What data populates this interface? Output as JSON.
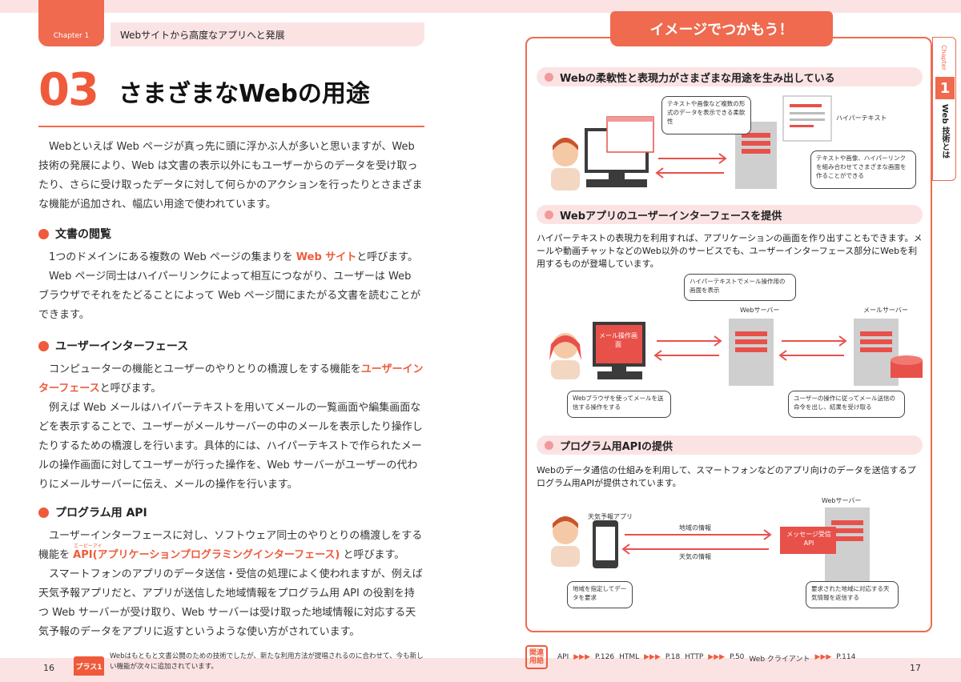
{
  "header": {
    "chapter_label": "Chapter 1",
    "chapter_title": "Webサイトから高度なアプリへと発展"
  },
  "section": {
    "number": "03",
    "title": "さまざまなWebの用途"
  },
  "intro": "Webといえば Web ページが真っ先に頭に浮かぶ人が多いと思いますが、Web 技術の発展により、Web は文書の表示以外にもユーザーからのデータを受け取ったり、さらに受け取ったデータに対して何らかのアクションを行ったりとさまざまな機能が追加され、幅広い用途で使われています。",
  "sections": [
    {
      "heading": "文書の閲覧",
      "p1_pre": "1つのドメインにある複数の Web ページの集まりを ",
      "p1_hl": "Web サイト",
      "p1_post": "と呼びます。",
      "p2": "Web ページ同士はハイパーリンクによって相互につながり、ユーザーは Web ブラウザでそれをたどることによって Web ページ間にまたがる文書を読むことができます。"
    },
    {
      "heading": "ユーザーインターフェース",
      "p1_pre": "コンピューターの機能とユーザーのやりとりの橋渡しをする機能を",
      "p1_hl": "ユーザーインターフェース",
      "p1_post": "と呼びます。",
      "p2": "例えば Web メールはハイパーテキストを用いてメールの一覧画面や編集画面などを表示することで、ユーザーがメールサーバーの中のメールを表示したり操作したりするための橋渡しを行います。具体的には、ハイパーテキストで作られたメールの操作画面に対してユーザーが行った操作を、Web サーバーがユーザーの代わりにメールサーバーに伝え、メールの操作を行います。"
    },
    {
      "heading": "プログラム用 API",
      "p1_pre": "ユーザーインターフェースに対し、ソフトウェア同士のやりとりの橋渡しをする機能を ",
      "p1_hl": "API(アプリケーションプログラミングインターフェース)",
      "p1_post": " と呼びます。",
      "ruby": "エーピーアイ",
      "p2": "スマートフォンのアプリのデータ送信・受信の処理によく使われますが、例えば天気予報アプリだと、アプリが送信した地域情報をプログラム用 API の役割を持つ Web サーバーが受け取り、Web サーバーは受け取った地域情報に対応する天気予報のデータをアプリに返すというような使い方がされています。"
    }
  ],
  "footer_left": {
    "page": "16",
    "plus_label": "プラス1",
    "plus_text": "Webはもともと文書公開のための技術でしたが、新たな利用方法が提唱されるのに合わせて、今も新しい機能が次々に追加されています。"
  },
  "right": {
    "header": "イメージでつかもう！",
    "side": {
      "chapter": "Chapter",
      "num": "1",
      "label": "Web 技術とは"
    },
    "panels": [
      {
        "title": "Webの柔軟性と表現力がさまざまな用途を生み出している",
        "bubble_left": "テキストや画像など複数の形式のデータを表示できる柔軟性",
        "label_hypertext": "ハイパーテキスト",
        "bubble_right": "テキストや画像、ハイパーリンクを組み合わせてさまざまな画面を作ることができる"
      },
      {
        "title": "Webアプリのユーザーインターフェースを提供",
        "text": "ハイパーテキストの表現力を利用すれば、アプリケーションの画面を作り出すこともできます。メールや動画チャットなどのWeb以外のサービスでも、ユーザーインターフェース部分にWebを利用するものが登場しています。",
        "bubble_top": "ハイパーテキストでメール操作用の画面を表示",
        "web_server": "Webサーバー",
        "mail_server": "メールサーバー",
        "screen": "メール操作画面",
        "bubble_left": "Webブラウザを使ってメールを送信する操作をする",
        "bubble_right": "ユーザーの操作に従ってメール送信の命令を出し、結果を受け取る"
      },
      {
        "title": "プログラム用APIの提供",
        "text": "Webのデータ通信の仕組みを利用して、スマートフォンなどのアプリ向けのデータを送信するプログラム用APIが提供されています。",
        "app_label": "天気予報アプリ",
        "web_server": "Webサーバー",
        "arrow_top": "地域の情報",
        "arrow_bottom": "天気の情報",
        "api_box": "メッセージ受信 API",
        "bubble_left": "地域を指定してデータを要求",
        "bubble_right": "要求された地域に対応する天気情報を返信する"
      }
    ],
    "related": {
      "badge": "関連用語",
      "items": [
        {
          "term": "API",
          "page": "P.126"
        },
        {
          "term": "HTML",
          "page": "P.18"
        },
        {
          "term": "HTTP",
          "page": "P.50"
        },
        {
          "term": "Web クライアント",
          "page": "P.114"
        }
      ]
    },
    "page": "17"
  },
  "colors": {
    "accent": "#ef5a3a",
    "pink_bg": "#fbe3e4",
    "server_red": "#e8504a"
  }
}
